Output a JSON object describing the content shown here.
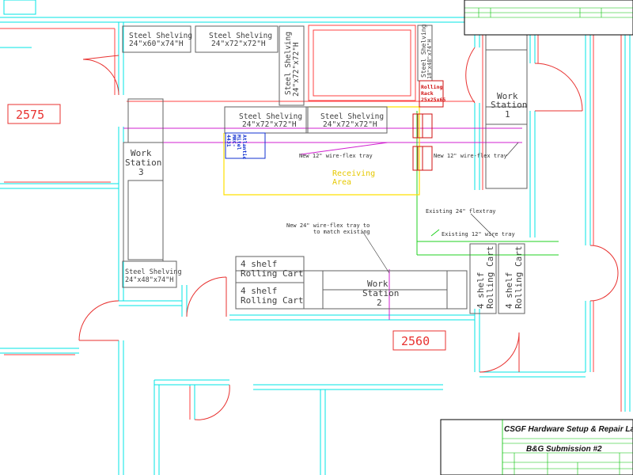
{
  "rooms": {
    "room_2575": "2575",
    "room_2560": "2560"
  },
  "shelving": {
    "s1": {
      "line1": "Steel Shelving",
      "line2": "24\"x60\"x74\"H"
    },
    "s2": {
      "line1": "Steel Shelving",
      "line2": "24\"x72\"x72\"H"
    },
    "s3": {
      "line1": "Steel Shelving",
      "line2": "24\"x72\"x72\"H"
    },
    "s4": {
      "line1": "Steel Shelving",
      "line2": "24\"x72\"x72\"H"
    },
    "s5": {
      "line1": "Steel Shelving",
      "line2": "24\"x72\"x72\"H"
    },
    "s6": {
      "line1": "Steel Shelving",
      "line2": "18\"x48\"x74\"H"
    },
    "s7": {
      "line1": "Steel Shelving",
      "line2": "24\"x48\"x74\"H"
    }
  },
  "workstations": {
    "ws1": {
      "line1": "Work",
      "line2": "Station",
      "num": "1"
    },
    "ws2": {
      "line1": "Work",
      "line2": "Station",
      "num": "2"
    },
    "ws3": {
      "line1": "Work",
      "line2": "Station",
      "num": "3"
    }
  },
  "carts": {
    "c1": {
      "line1": "4 shelf",
      "line2": "Rolling Cart"
    },
    "c2": {
      "line1": "4 shelf",
      "line2": "Rolling Cart"
    },
    "c3": {
      "line1": "4 shelf",
      "line2": "Rolling Cart"
    },
    "c4": {
      "line1": "4 shelf",
      "line2": "Rolling Cart"
    }
  },
  "receiving": {
    "line1": "Receiving",
    "line2": "Area"
  },
  "rolling_rack": {
    "line1": "Rolling",
    "line2": "Rack",
    "line3": "25x25x65"
  },
  "equipment_blue": {
    "line1": "Mitel",
    "line2": "Atlantic",
    "line3": "MRC-",
    "line4": "4431"
  },
  "notes": {
    "tray_new_left": "New 12\" wire-flex tray",
    "tray_new_right": "New 12\" wire-flex tray",
    "tray_existing_24": "Existing 24\" flextray",
    "tray_existing_12": "Existing 12\" wire tray",
    "tray_new_24_line1": "New 24\" wire-flex tray to",
    "tray_new_24_line2": "to match existing"
  },
  "title_block": {
    "project": "CSGF Hardware Setup & Repair Lab",
    "subtitle": "B&G Submission #2"
  },
  "colors": {
    "wall": "#00e5e5",
    "room_outline": "#ff4040",
    "furniture": "#606060",
    "tray_new": "#d020d0",
    "tray_existing": "#20d020",
    "receiving_area": "#ffe000",
    "title_green": "#00c000"
  }
}
